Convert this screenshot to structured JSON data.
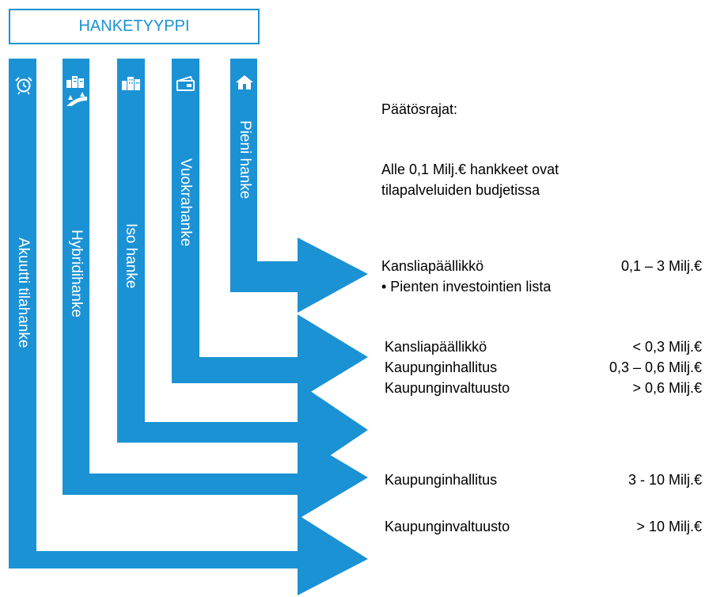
{
  "header": {
    "title": "HANKETYYPPI"
  },
  "colors": {
    "accent": "#1b92d4",
    "label_text": "#ffffff",
    "body_text": "#000000"
  },
  "project_types": [
    {
      "label": "Akuutti tilahanke",
      "icon": "alarm-clock-icon"
    },
    {
      "label": "Hybridihanke",
      "icon": "buildings-road-icon"
    },
    {
      "label": "Iso hanke",
      "icon": "buildings-icon"
    },
    {
      "label": "Vuokrahanke",
      "icon": "wallet-icon"
    },
    {
      "label": "Pieni hanke",
      "icon": "house-icon"
    }
  ],
  "limits": {
    "title": "Päätösrajat:",
    "budget_note": [
      "Alle 0,1 Milj.€ hankkeet ovat",
      "tilapalveluiden budjetissa"
    ],
    "small": {
      "decider": "Kansliapäällikkö",
      "range": "0,1 – 3 Milj.€",
      "bullet": "• Pienten investointien lista"
    },
    "rental": [
      {
        "decider": "Kansliapäällikkö",
        "range": "< 0,3 Milj.€"
      },
      {
        "decider": "Kaupunginhallitus",
        "range": "0,3 – 0,6 Milj.€"
      },
      {
        "decider": "Kaupunginvaltuusto",
        "range": "> 0,6 Milj.€"
      }
    ],
    "large_city_board": {
      "decider": "Kaupunginhallitus",
      "range": "3 - 10 Milj.€"
    },
    "large_city_council": {
      "decider": "Kaupunginvaltuusto",
      "range": "> 10 Milj.€"
    }
  }
}
